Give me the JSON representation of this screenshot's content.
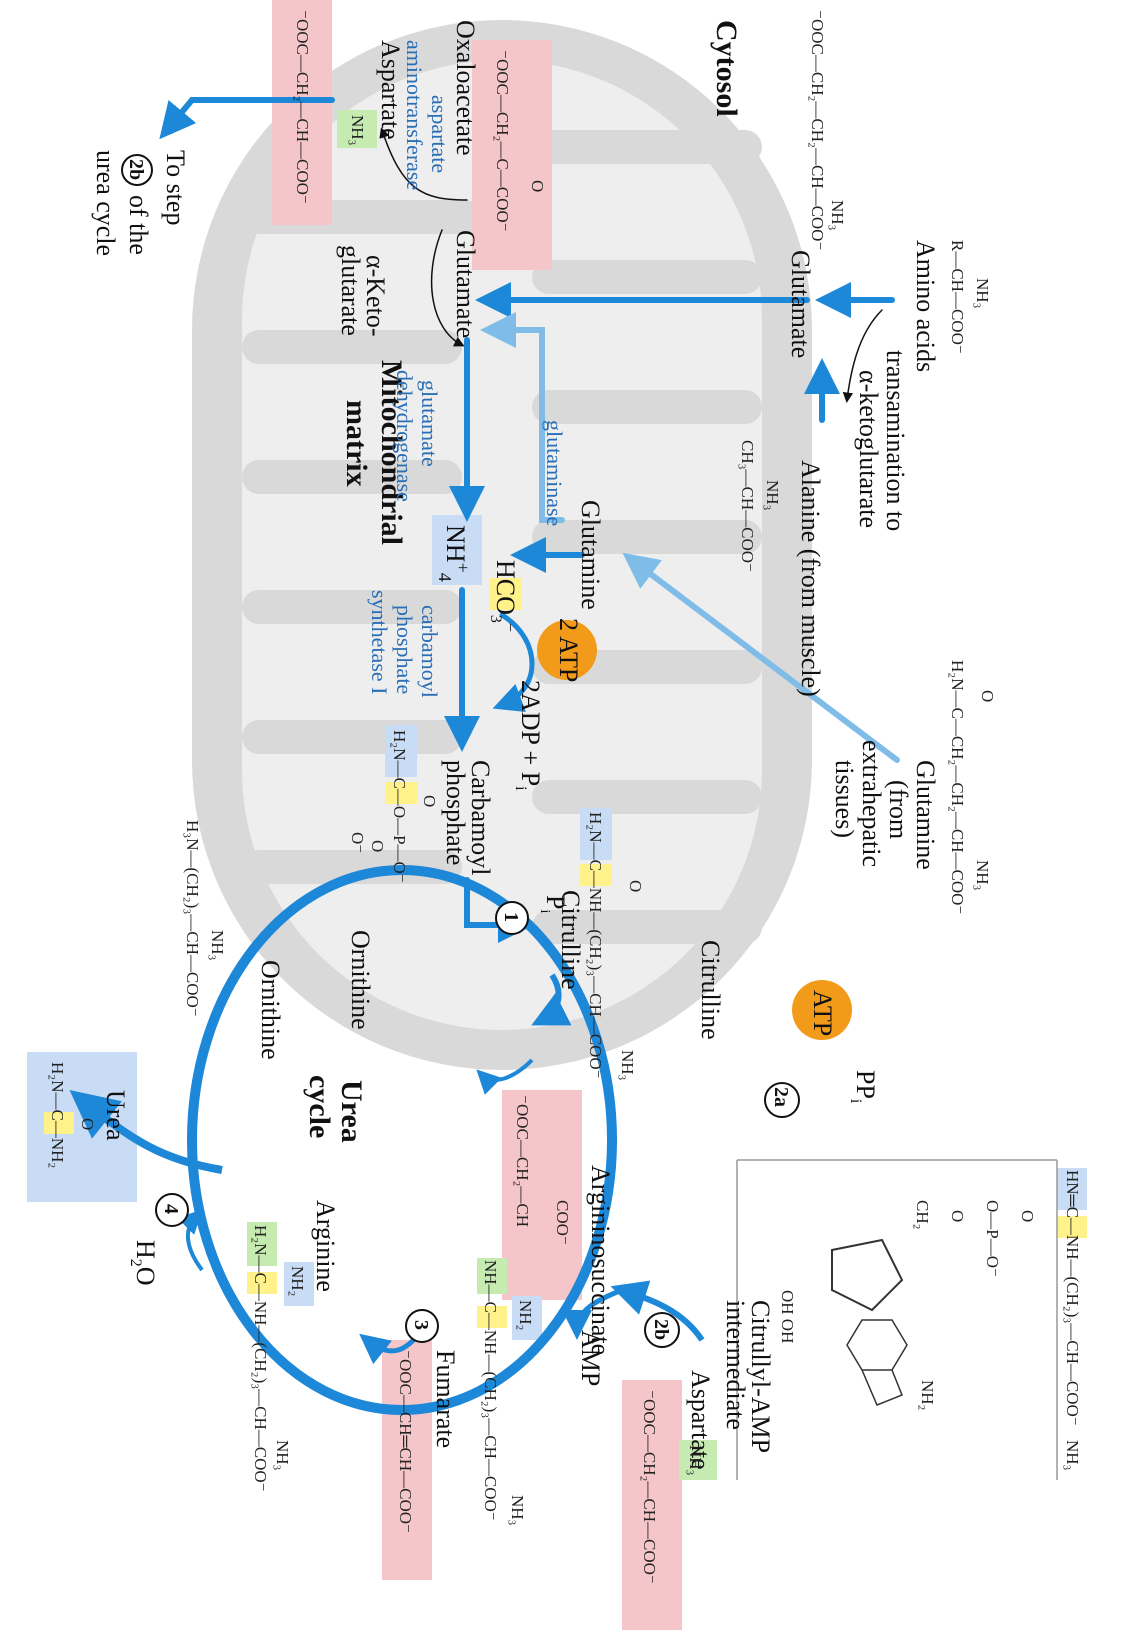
{
  "colors": {
    "arrow": "#1e88d8",
    "arrow_light": "#7fbde8",
    "mito": "#d9d9d9",
    "pink": "#f5c6c9",
    "blue_box": "#c9dcf5",
    "green_box": "#c6ebb0",
    "yellow_box": "#fff28a",
    "atp": "#f29a1a",
    "enzyme": "#2a6fb5"
  },
  "labels": {
    "cytosol": "Cytosol",
    "mito_matrix_1": "Mitochondrial",
    "mito_matrix_2": "matrix",
    "amino_acids": "Amino acids",
    "transamination_1": "transamination to",
    "transamination_2": "α-ketoglutarate",
    "glutamate_cyto": "Glutamate",
    "alanine": "Alanine (from muscle)",
    "glutamine_extra_1": "Glutamine",
    "glutamine_extra_2": "(from",
    "glutamine_extra_3": "extrahepatic",
    "glutamine_extra_4": "tissues)",
    "glutamine_mito": "Glutamine",
    "glutaminase": "glutaminase",
    "glutamate_mito": "Glutamate",
    "glutamate_dh_1": "glutamate",
    "glutamate_dh_2": "dehydrogenase",
    "oxaloacetate": "Oxaloacetate",
    "aspartate_at_1": "aspartate",
    "aspartate_at_2": "aminotransferase",
    "aspartate_mito": "Aspartate",
    "alpha_kg_1": "α-Keto-",
    "alpha_kg_2": "glutarate",
    "to_step_1": "To step",
    "to_step_2": "of the",
    "to_step_3": "urea cycle",
    "to_step_num": "2b",
    "nh4": "NH",
    "nh4_sup": "+",
    "nh4_sub": "4",
    "hco3": "HCO",
    "hco3_sub": "3",
    "hco3_sup": "−",
    "atp_2": "2 ATP",
    "adp": "2ADP + P",
    "adp_sub": "i",
    "cps_1": "carbamoyl",
    "cps_2": "phosphate",
    "cps_3": "synthetase I",
    "carbamoyl_1": "Carbamoyl",
    "carbamoyl_2": "phosphate",
    "step1": "1",
    "pi_1": "P",
    "pi_1_sub": "i",
    "citrulline_mito": "Citrulline",
    "ornithine_mito": "Ornithine",
    "citrulline_cyto": "Citrulline",
    "atp_1": "ATP",
    "step2a": "2a",
    "ppi": "PP",
    "ppi_sub": "i",
    "citrullyl_amp_1": "Citrullyl-AMP",
    "citrullyl_amp_2": "intermediate",
    "step2b": "2b",
    "aspartate_cyto": "Aspartate",
    "amp": "AMP",
    "argininosuccinate": "Argininosuccinate",
    "step3": "3",
    "fumarate": "Fumarate",
    "arginine": "Arginine",
    "step4": "4",
    "h2o": "H",
    "h2o_sub": "2",
    "h2o_end": "O",
    "urea": "Urea",
    "urea_cycle_1": "Urea",
    "urea_cycle_2": "cycle",
    "ornithine_cyto": "Ornithine"
  },
  "formulas": {
    "aa_top": "NH₃",
    "aa_main": "R—CH—COO⁻",
    "glu_cyto": "⁻OOC—CH₂—CH₂—CH—COO⁻",
    "glu_cyto_nh3": "NH₃",
    "ala_top": "NH₃",
    "ala_main": "CH₃—CH—COO⁻",
    "gln_o": "O",
    "gln_main": "H₂N—C—CH₂—CH₂—CH—COO⁻",
    "gln_nh3": "NH₃",
    "oaa_o": "O",
    "oaa_main": "⁻OOC—CH₂—C—COO⁻",
    "asp_mito": "⁻OOC—CH₂—CH—COO⁻",
    "asp_mito_nh3": "NH₃",
    "cp_o1": "O",
    "cp_main": "H₂N—C—O—P—O⁻",
    "cp_o2": "O",
    "cp_om": "O⁻",
    "cit_o": "O",
    "cit_main": "H₂N—C—NH—(CH₂)₃—CH—COO⁻",
    "cit_nh3": "NH₃",
    "orn_main": "H₃N—(CH₂)₃—CH—COO⁻",
    "orn_nh3": "NH₃",
    "camp_nh3": "NH₃",
    "camp_main": "HN═C—NH—(CH₂)₃—CH—COO⁻",
    "camp_o": "O",
    "camp_p": "O—P—O⁻",
    "camp_o2": "O",
    "camp_ch2": "CH₂",
    "camp_oh": "OH  OH",
    "camp_nh2": "NH₂",
    "asp_cyto": "⁻OOC—CH₂—CH—COO⁻",
    "asp_cyto_nh3": "NH₃",
    "as_coo": "COO⁻",
    "as_left": "⁻OOC—CH₂—CH",
    "as_main": "NH—C—NH—(CH₂)₃—CH—COO⁻",
    "as_nh2": "NH₂",
    "as_nh3": "NH₃",
    "fum": "⁻OOC—CH═CH—COO⁻",
    "arg_nh2": "NH₂",
    "arg_main": "H₂N—C—NH—(CH₂)₃—CH—COO⁻",
    "arg_nh3": "NH₃",
    "urea_o": "O",
    "urea_main": "H₂N—C—NH₂"
  }
}
